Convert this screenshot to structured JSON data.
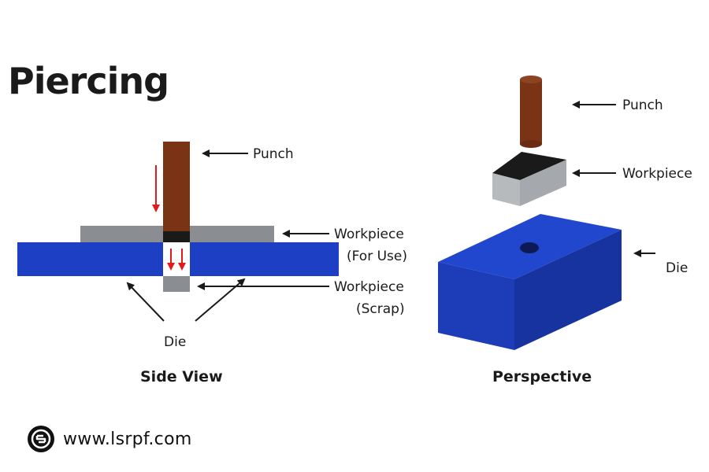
{
  "title": "Piercing",
  "side_view": {
    "caption": "Side View",
    "labels": {
      "punch": "Punch",
      "workpiece_use_line1": "Workpiece",
      "workpiece_use_line2": "(For Use)",
      "workpiece_scrap_line1": "Workpiece",
      "workpiece_scrap_line2": "(Scrap)",
      "die": "Die"
    }
  },
  "perspective": {
    "caption": "Perspective",
    "labels": {
      "punch": "Punch",
      "workpiece": "Workpiece",
      "die": "Die"
    }
  },
  "footer": {
    "url": "www.lsrpf.com"
  },
  "colors": {
    "punch": "#7a3415",
    "workpiece_gray": "#8a8e93",
    "die_blue": "#1d3fc4",
    "arrow_red": "#e11b1b",
    "dark": "#1a1a1a"
  }
}
